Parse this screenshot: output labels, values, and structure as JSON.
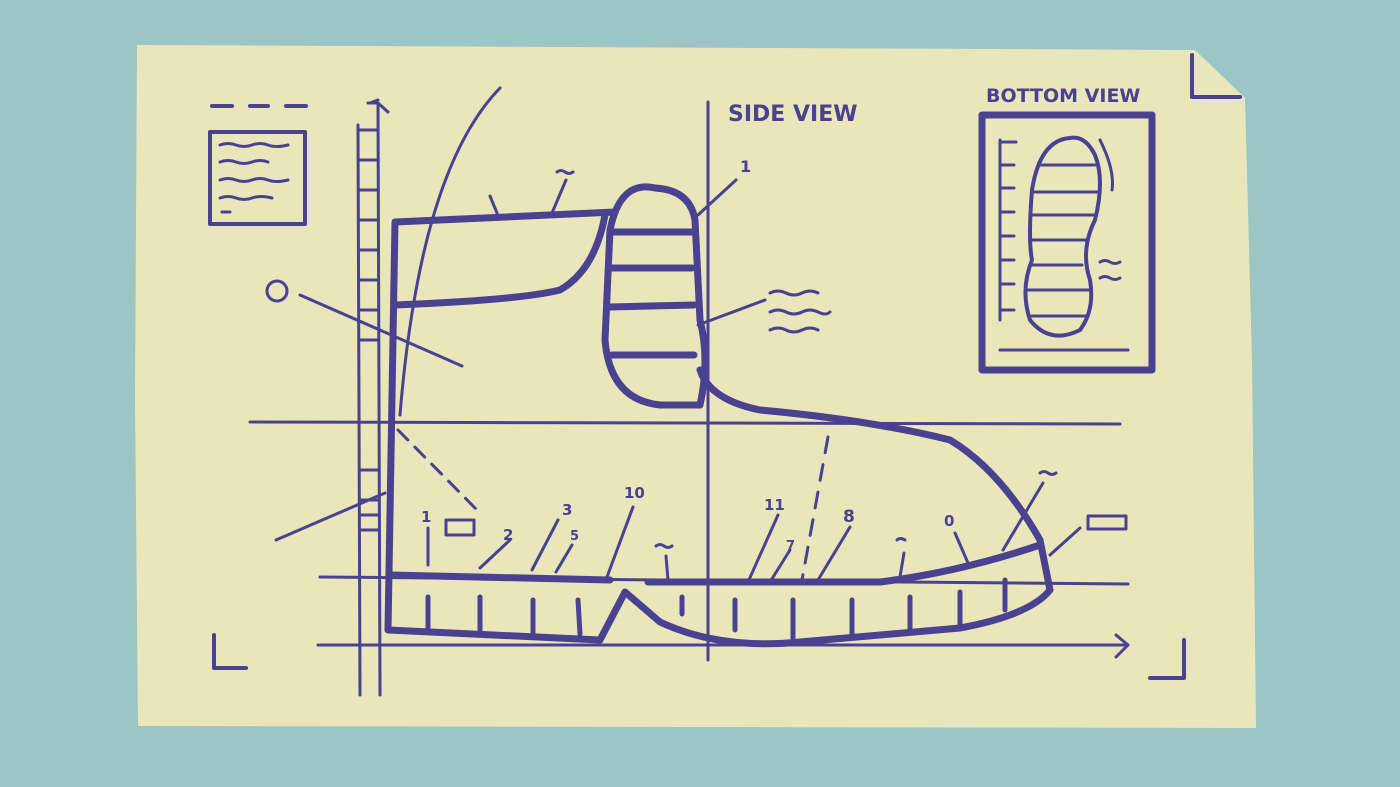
{
  "colors": {
    "background": "#9cc5c5",
    "paper": "#e9e6bb",
    "ink": "#4a4190"
  },
  "titles": {
    "side_view": "SIDE VIEW",
    "bottom_view": "BOTTOM VIEW"
  },
  "callouts": {
    "top_shaft_1": "1",
    "sole_1": "1",
    "sole_2": "2",
    "sole_3": "3",
    "sole_5": "5",
    "sole_10": "10",
    "sole_11": "11",
    "sole_7": "7",
    "sole_8": "8",
    "sole_0": "0"
  }
}
